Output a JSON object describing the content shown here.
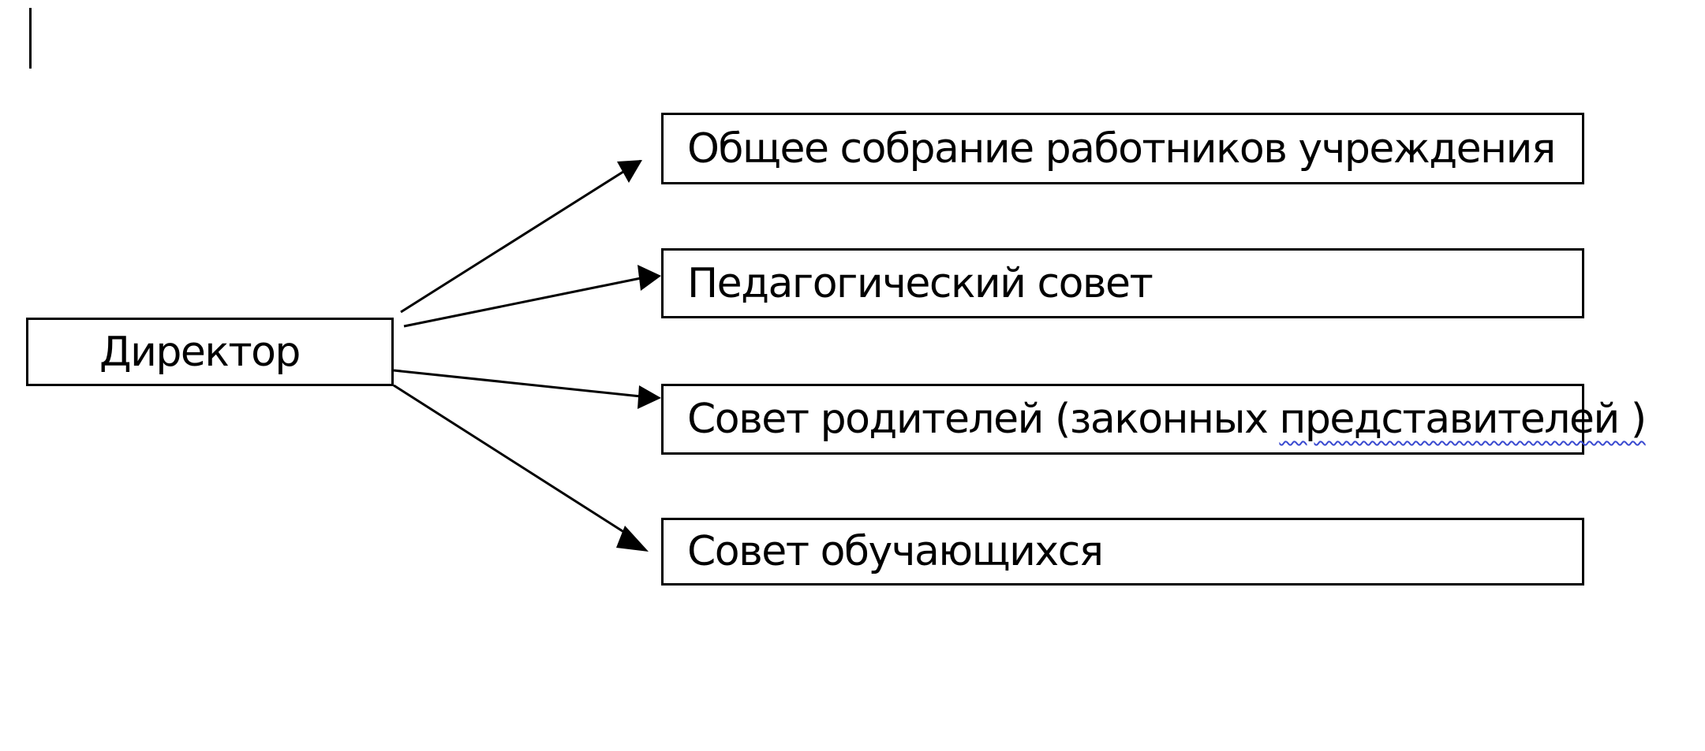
{
  "diagram": {
    "root": "Директор",
    "children": [
      {
        "text": "Общее собрание работников учреждения"
      },
      {
        "text": "Педагогический совет"
      },
      {
        "text": "Совет родителей (законных ",
        "text_flagged": "представителей )"
      },
      {
        "text": "Совет обучающихся"
      }
    ]
  }
}
